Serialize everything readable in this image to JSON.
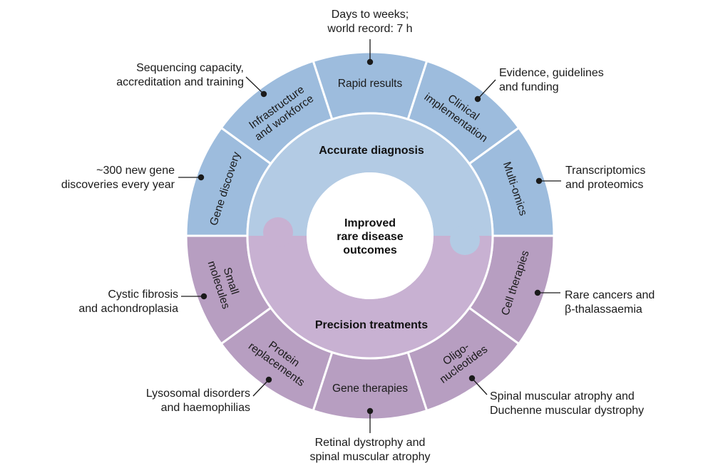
{
  "center": [
    "Improved",
    "rare disease",
    "outcomes"
  ],
  "halves": {
    "diagnosis": {
      "label": "Accurate diagnosis",
      "colors": {
        "outer": "#9dbcdd",
        "inner": "#b3cbe4"
      },
      "segments": [
        {
          "id": "gene-discovery",
          "lines": [
            "Gene discovery"
          ],
          "annotation": [
            "~300 new gene",
            "discoveries every year"
          ]
        },
        {
          "id": "infrastructure",
          "lines": [
            "Infrastructure",
            "and workforce"
          ],
          "annotation": [
            "Sequencing capacity,",
            "accreditation and training"
          ]
        },
        {
          "id": "rapid-results",
          "lines": [
            "Rapid results"
          ],
          "annotation": [
            "Days to weeks;",
            "world record: 7 h"
          ]
        },
        {
          "id": "clinical",
          "lines": [
            "Clinical",
            "implementation"
          ],
          "annotation": [
            "Evidence, guidelines",
            "and funding"
          ]
        },
        {
          "id": "multi-omics",
          "lines": [
            "Multi-omics"
          ],
          "annotation": [
            "Transcriptomics",
            "and proteomics"
          ]
        }
      ]
    },
    "treatments": {
      "label": "Precision treatments",
      "colors": {
        "outer": "#b79ec1",
        "inner": "#c8b1d2"
      },
      "segments": [
        {
          "id": "small-molecules",
          "lines": [
            "Small",
            "molecules"
          ],
          "annotation": [
            "Cystic fibrosis",
            "and achondroplasia"
          ]
        },
        {
          "id": "protein-replacements",
          "lines": [
            "Protein",
            "replacements"
          ],
          "annotation": [
            "Lysosomal disorders",
            "and haemophilias"
          ]
        },
        {
          "id": "gene-therapies",
          "lines": [
            "Gene therapies"
          ],
          "annotation": [
            "Retinal dystrophy and",
            "spinal muscular atrophy"
          ]
        },
        {
          "id": "oligonucleotides",
          "lines": [
            "Oligo-",
            "nucleotides"
          ],
          "annotation": [
            "Spinal muscular atrophy and",
            "Duchenne muscular dystrophy"
          ]
        },
        {
          "id": "cell-therapies",
          "lines": [
            "Cell therapies"
          ],
          "annotation": [
            "Rare cancers and",
            "β-thalassaemia"
          ]
        }
      ]
    }
  }
}
